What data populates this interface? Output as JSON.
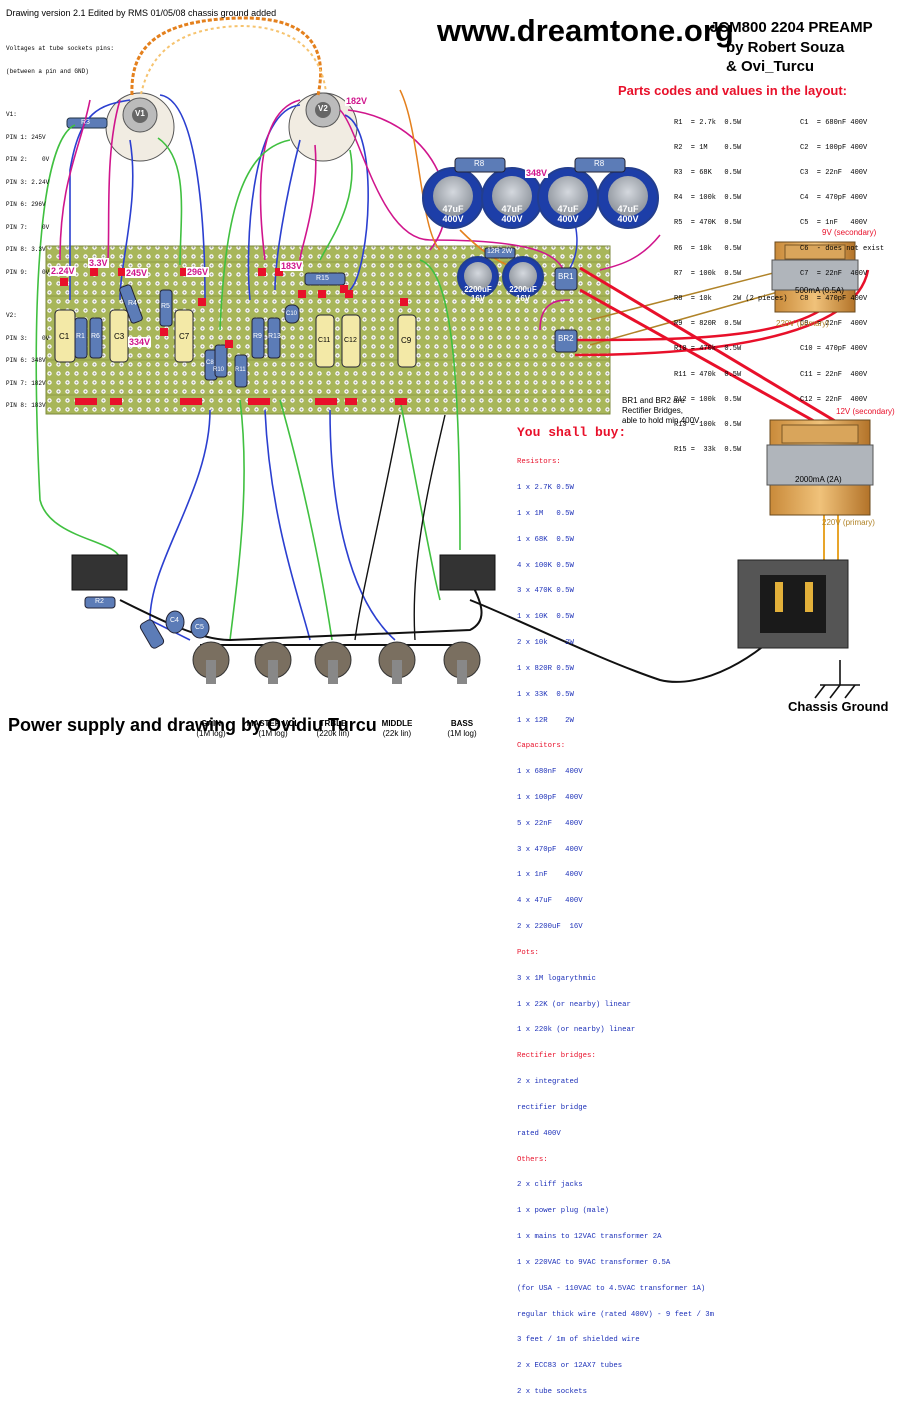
{
  "header": {
    "drawing_version": "Drawing version 2.1",
    "edit_note": "Edited by RMS 01/05/08 chassis ground added",
    "website": "www.dreamtone.org",
    "title_lines": [
      "JCM800 2204 PREAMP",
      "by Robert Souza",
      "& Ovi_Turcu"
    ]
  },
  "tube_voltages": {
    "intro": [
      "Voltages at tube sockets pins:",
      "(between a pin and GND)"
    ],
    "v1_label": "V1:",
    "v1_pins": [
      "PIN 1: 245V",
      "PIN 2:    0V",
      "PIN 3: 2.24V",
      "PIN 6: 296V",
      "PIN 7:    0V",
      "PIN 8: 3.3V",
      "PIN 9:    0V"
    ],
    "v2_label": "V2:",
    "v2_pins": [
      "PIN 3:    0V",
      "PIN 6: 348V",
      "PIN 7: 182V",
      "PIN 8: 183V"
    ]
  },
  "parts": {
    "heading": "Parts codes and values in the layout:",
    "resistors": [
      "R1  = 2.7k  0.5W",
      "R2  = 1M    0.5W",
      "R3  = 68K   0.5W",
      "R4  = 100k  0.5W",
      "R5  = 470K  0.5W",
      "R6  = 10k   0.5W",
      "R7  = 100k  0.5W",
      "R8  = 10k     2W (2 pieces)",
      "R9  = 820R  0.5W",
      "R10 = 470k  0.5W",
      "R11 = 470k  0.5W",
      "R12 = 100k  0.5W",
      "R13 = 100k  0.5W",
      "R15 =  33k  0.5W"
    ],
    "capacitors": [
      "C1  = 680nF 400V",
      "C2  = 100pF 400V",
      "C3  = 22nF  400V",
      "C4  = 470pF 400V",
      "C5  = 1nF   400V",
      "C6  - does not exist",
      "C7  = 22nF  400V",
      "C8  = 470pF 400V",
      "C9  = 22nF  400V",
      "C10 = 470pF 400V",
      "C11 = 22nF  400V",
      "C12 = 22nF  400V"
    ]
  },
  "buy": {
    "title": "You shall buy:",
    "resistors_label": "Resistors:",
    "resistors": [
      "1 x 2.7K 0.5W",
      "1 x 1M   0.5W",
      "1 x 68K  0.5W",
      "4 x 100K 0.5W",
      "3 x 470K 0.5W",
      "1 x 10K  0.5W",
      "2 x 10k    2W",
      "1 x 820R 0.5W",
      "1 x 33K  0.5W",
      "1 x 12R    2W"
    ],
    "capacitors_label": "Capacitors:",
    "capacitors": [
      "1 x 680nF  400V",
      "1 x 100pF  400V",
      "5 x 22nF   400V",
      "3 x 470pF  400V",
      "1 x 1nF    400V",
      "4 x 47uF   400V",
      "2 x 2200uF  16V"
    ],
    "pots_label": "Pots:",
    "pots": [
      "3 x 1M logarythmic",
      "1 x 22K (or nearby) linear",
      "1 x 220k (or nearby) linear"
    ],
    "bridges_label": "Rectifier bridges:",
    "bridges": [
      "2 x integrated",
      "rectifier bridge",
      "rated 400V"
    ],
    "others_label": "Others:",
    "others": [
      "2 x cliff jacks",
      "1 x power plug (male)",
      "1 x mains to 12VAC transformer 2A",
      "1 x 220VAC to 9VAC transformer 0.5A",
      "(for USA - 110VAC to 4.5VAC transformer 1A)",
      "regular thick wire (rated 400V) - 9 feet / 3m",
      "3 feet / 1m of shielded wire",
      "2 x ECC83 or 12AX7 tubes",
      "2 x tube sockets"
    ]
  },
  "power": {
    "cap_value": "47uF",
    "cap_voltage": "400V",
    "big_cap_value": "2200uF",
    "big_cap_voltage": "16V",
    "r8_label": "R8",
    "r12_label": "12R 2W",
    "v348": "348V",
    "br1": "BR1",
    "br2": "BR2",
    "bridges_note": [
      "BR1 and BR2 are",
      "Rectifier Bridges,",
      "able to hold min 400V"
    ],
    "t1_secondary": "9V (secondary)",
    "t1_current": "500mA (0.5A)",
    "t1_primary": "220V (primary)",
    "t2_secondary": "12V (secondary)",
    "t2_current": "2000mA (2A)",
    "t2_primary": "220V (primary)",
    "chassis_ground": "Chassis Ground"
  },
  "board": {
    "voltages": {
      "v224": "2.24V",
      "v33": "3.3V",
      "v245": "245V",
      "v296": "296V",
      "v183": "183V",
      "v334": "334V",
      "v182": "182V"
    },
    "parts": {
      "c1": "C1",
      "r1": "R1",
      "r6": "R6",
      "c3": "C3",
      "r4": "R4",
      "c7": "C7",
      "r5": "R5",
      "c8": "C8",
      "r10": "R10",
      "r11": "R11",
      "r9": "R9",
      "r13": "R13",
      "c10": "C10",
      "r15": "R15",
      "c11": "C11",
      "c12": "C12",
      "c9": "C9",
      "r3": "R3",
      "r2": "R2",
      "c4": "C4",
      "c5": "C5",
      "v1": "V1",
      "v2": "V2"
    }
  },
  "pots": [
    {
      "name": "GAIN",
      "value": "(1M log)"
    },
    {
      "name": "MASTER VOL",
      "value": "(1M log)"
    },
    {
      "name": "TRBLE",
      "value": "(220k lin)"
    },
    {
      "name": "MIDDLE",
      "value": "(22k lin)"
    },
    {
      "name": "BASS",
      "value": "(1M log)"
    }
  ],
  "footer": "Power supply and drawing by Ovidiu Turcu"
}
